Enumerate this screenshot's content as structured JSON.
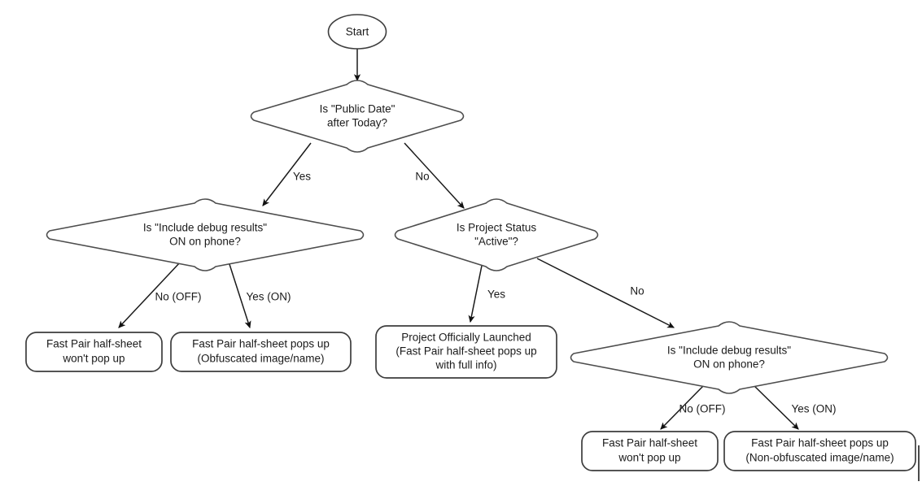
{
  "diagram": {
    "title": "Fast Pair half-sheet visibility decision flow",
    "background_color": "#ffffff",
    "stroke_color": "#4d4d4d",
    "text_color": "#1a1a1a"
  },
  "chart_data": {
    "type": "diagram",
    "orientation": "top-down",
    "nodes": [
      {
        "id": "start",
        "shape": "ellipse",
        "lines": [
          "Start"
        ]
      },
      {
        "id": "d_public",
        "shape": "diamond",
        "lines": [
          "Is \"Public Date\"",
          "after Today?"
        ]
      },
      {
        "id": "d_debug_l",
        "shape": "diamond",
        "lines": [
          "Is \"Include debug results\"",
          "ON on phone?"
        ]
      },
      {
        "id": "d_status",
        "shape": "diamond",
        "lines": [
          "Is Project Status",
          "\"Active\"?"
        ]
      },
      {
        "id": "t_nopop_l",
        "shape": "rounded-rect",
        "lines": [
          "Fast Pair half-sheet",
          "won't pop up"
        ]
      },
      {
        "id": "t_obf",
        "shape": "rounded-rect",
        "lines": [
          "Fast Pair half-sheet pops up",
          "(Obfuscated image/name)"
        ]
      },
      {
        "id": "t_launched",
        "shape": "rounded-rect",
        "lines": [
          "Project Officially Launched",
          "(Fast Pair half-sheet pops up",
          "with full info)"
        ]
      },
      {
        "id": "d_debug_r",
        "shape": "diamond",
        "lines": [
          "Is \"Include debug results\"",
          "ON on phone?"
        ]
      },
      {
        "id": "t_nopop_r",
        "shape": "rounded-rect",
        "lines": [
          "Fast Pair half-sheet",
          "won't pop up"
        ]
      },
      {
        "id": "t_nonobf",
        "shape": "rounded-rect",
        "lines": [
          "Fast Pair half-sheet pops up",
          "(Non-obfuscated image/name)"
        ]
      }
    ],
    "edges": [
      {
        "from": "start",
        "to": "d_public",
        "label": ""
      },
      {
        "from": "d_public",
        "to": "d_debug_l",
        "label": "Yes"
      },
      {
        "from": "d_public",
        "to": "d_status",
        "label": "No"
      },
      {
        "from": "d_debug_l",
        "to": "t_nopop_l",
        "label": "No (OFF)"
      },
      {
        "from": "d_debug_l",
        "to": "t_obf",
        "label": "Yes (ON)"
      },
      {
        "from": "d_status",
        "to": "t_launched",
        "label": "Yes"
      },
      {
        "from": "d_status",
        "to": "d_debug_r",
        "label": "No"
      },
      {
        "from": "d_debug_r",
        "to": "t_nopop_r",
        "label": "No (OFF)"
      },
      {
        "from": "d_debug_r",
        "to": "t_nonobf",
        "label": "Yes (ON)"
      }
    ]
  },
  "labels": {
    "start": "Start",
    "d_public_l1": "Is \"Public Date\"",
    "d_public_l2": "after Today?",
    "d_debug_l_l1": "Is \"Include debug results\"",
    "d_debug_l_l2": "ON on phone?",
    "d_status_l1": "Is Project Status",
    "d_status_l2": "\"Active\"?",
    "t_nopop_l_l1": "Fast Pair half-sheet",
    "t_nopop_l_l2": "won't pop up",
    "t_obf_l1": "Fast Pair half-sheet pops up",
    "t_obf_l2": "(Obfuscated image/name)",
    "t_launched_l1": "Project Officially Launched",
    "t_launched_l2": "(Fast Pair half-sheet pops up",
    "t_launched_l3": "with full info)",
    "d_debug_r_l1": "Is \"Include debug results\"",
    "d_debug_r_l2": "ON on phone?",
    "t_nopop_r_l1": "Fast Pair half-sheet",
    "t_nopop_r_l2": "won't pop up",
    "t_nonobf_l1": "Fast Pair half-sheet pops up",
    "t_nonobf_l2": "(Non-obfuscated image/name)"
  },
  "edge_labels": {
    "public_yes": "Yes",
    "public_no": "No",
    "debug_l_no": "No (OFF)",
    "debug_l_yes": "Yes (ON)",
    "status_yes": "Yes",
    "status_no": "No",
    "debug_r_no": "No (OFF)",
    "debug_r_yes": "Yes (ON)"
  }
}
